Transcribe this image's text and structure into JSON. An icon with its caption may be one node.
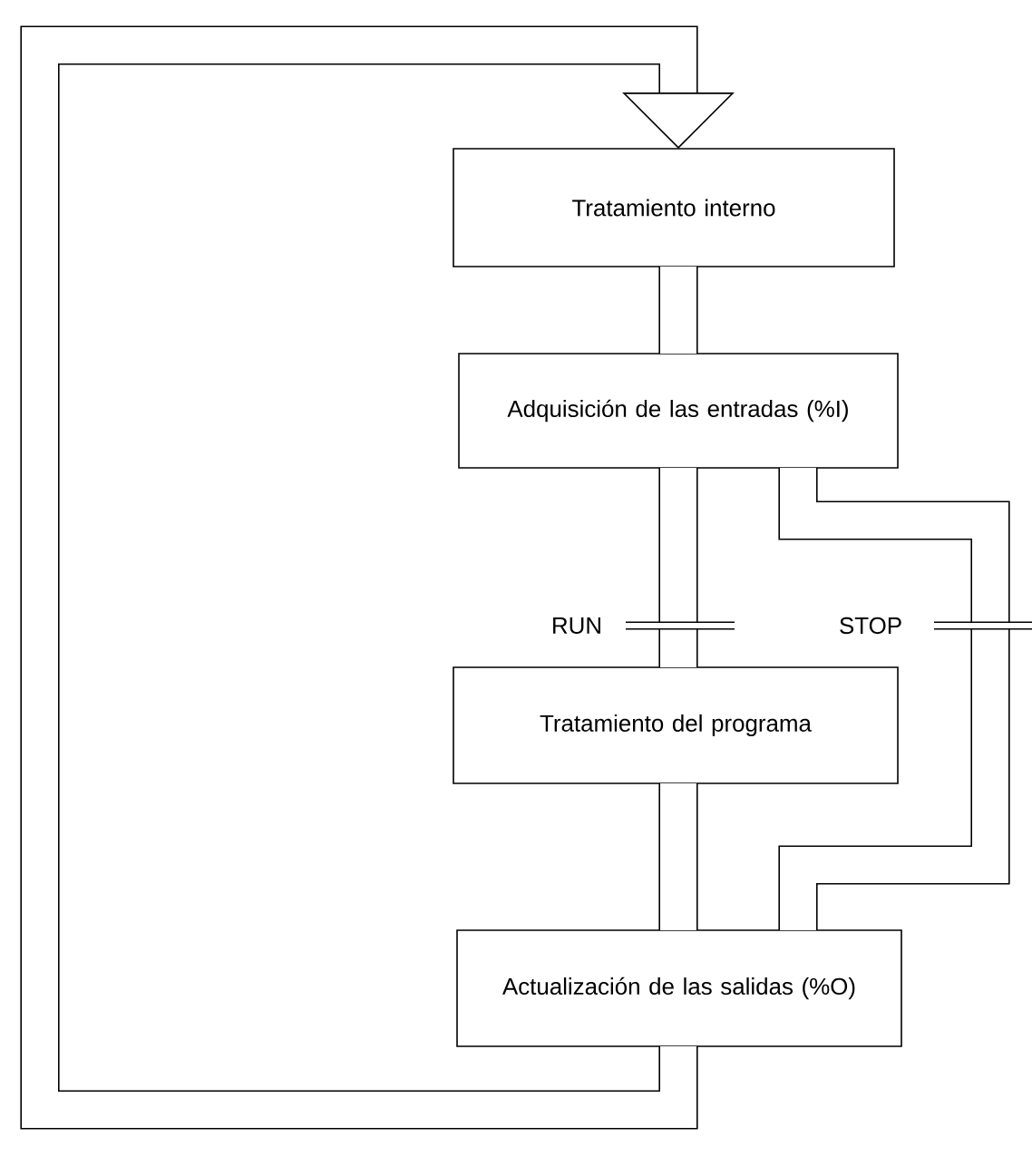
{
  "diagram": {
    "nodes": [
      {
        "text": [
          "Tratamiento interno"
        ]
      },
      {
        "text": [
          "Adquisición de las entradas (%I)"
        ]
      },
      {
        "text": [
          "Tratamiento del programa"
        ]
      },
      {
        "text": [
          "Actualización de las salidas (%O)"
        ]
      }
    ],
    "edges": [
      {
        "from": 0,
        "to": 1,
        "arrow": "none"
      },
      {
        "from": 1,
        "to": 2,
        "arrow": "none",
        "label": "RUN"
      },
      {
        "from": 1,
        "to": 3,
        "arrow": "none",
        "label": "STOP"
      },
      {
        "from": 2,
        "to": 3,
        "arrow": "none"
      },
      {
        "from": 3,
        "to": 0,
        "arrow": "to"
      }
    ]
  }
}
